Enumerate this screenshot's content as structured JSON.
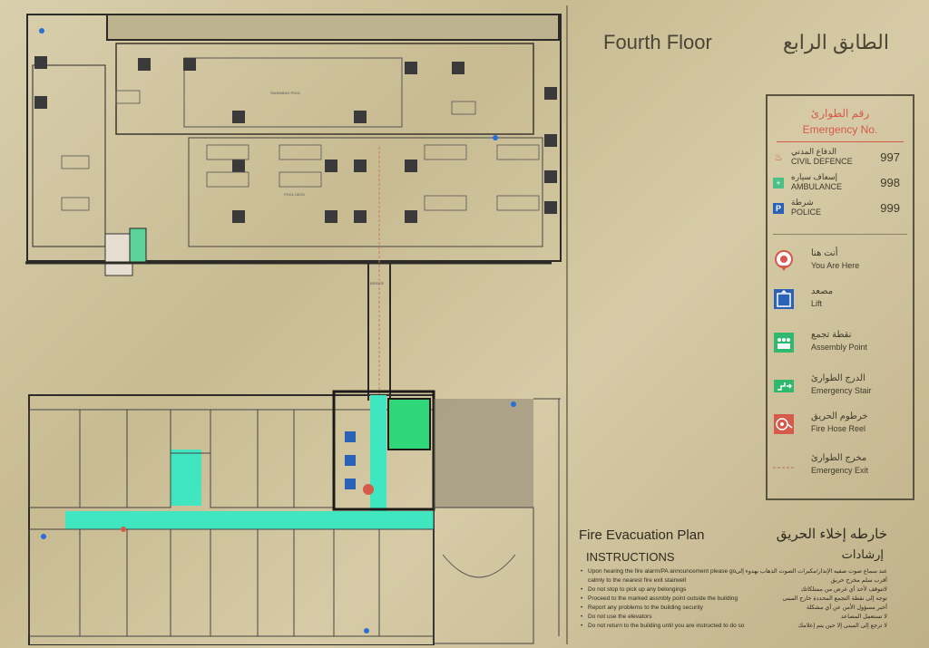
{
  "header": {
    "title_en": "Fourth Floor",
    "title_ar": "الطابق الرابع"
  },
  "emergency": {
    "title_ar": "رقم الطوارئ",
    "title_en": "Emergency No.",
    "contacts": [
      {
        "label_ar": "الدفاع المدني",
        "label_en": "CIVIL DEFENCE",
        "number": "997",
        "icon": "flame-icon"
      },
      {
        "label_ar": "إسعاف سياره",
        "label_en": "AMBULANCE",
        "number": "998",
        "icon": "ambulance-icon"
      },
      {
        "label_ar": "شرطة",
        "label_en": "POLICE",
        "number": "999",
        "icon": "police-icon"
      }
    ]
  },
  "legend": [
    {
      "label_ar": "أنت هنا",
      "label_en": "You Are Here",
      "icon": "you-are-here-icon"
    },
    {
      "label_ar": "مصعد",
      "label_en": "Lift",
      "icon": "lift-icon"
    },
    {
      "label_ar": "نقطة تجمع",
      "label_en": "Assembly Point",
      "icon": "assembly-point-icon"
    },
    {
      "label_ar": "الدرج الطوارئ",
      "label_en": "Emergency Stair",
      "icon": "emergency-stair-icon"
    },
    {
      "label_ar": "خرطوم الحريق",
      "label_en": "Fire Hose Reel",
      "icon": "fire-hose-reel-icon"
    },
    {
      "label_ar": "مخرج الطوارئ",
      "label_en": "Emergency Exit",
      "icon": "emergency-exit-line-icon"
    }
  ],
  "plan": {
    "title_en": "Fire Evacuation Plan",
    "title_ar": "خارطه إخلاء الحريق",
    "instructions_title_en": "INSTRUCTIONS",
    "instructions_title_ar": "إرشادات",
    "instructions_en": [
      "Upon hearing the fire alarm/PA announcement please go calmly to the nearest fire exit stairwell",
      "Do not stop to pick up any belongings",
      "Proceed to the marked assmbly point outside the building",
      "Report any problems to the building security",
      "Do not use the elevators",
      "Do not return to the building until you are instructed to do so"
    ],
    "instructions_ar": [
      "عند سماع صوت صفيه الإنذار/مكبرات الصوت الذهاب بهدوء إلى أقرب سلم مخرج حريق",
      "لاتتوقف لأخذ أي غرض من ممتلكاتك",
      "توجه إلى نقطة التجمع المحددة خارج المبنى",
      "أخبر مسؤول الأمن عن أي مشكلة",
      "لا تستعمل المصاعد",
      "لا ترجع إلى المبنى إلا حين يتم إعلامك"
    ]
  },
  "map_labels": {
    "pool": "SWIMMING POOL",
    "pool_deck": "POOL DECK",
    "bridge": "BRIDGE"
  },
  "colors": {
    "evac_route": "#3fe6c0",
    "emergency_red": "#d55a4a",
    "line": "#2d2b27",
    "exit_dot": "#2a6fd6"
  }
}
